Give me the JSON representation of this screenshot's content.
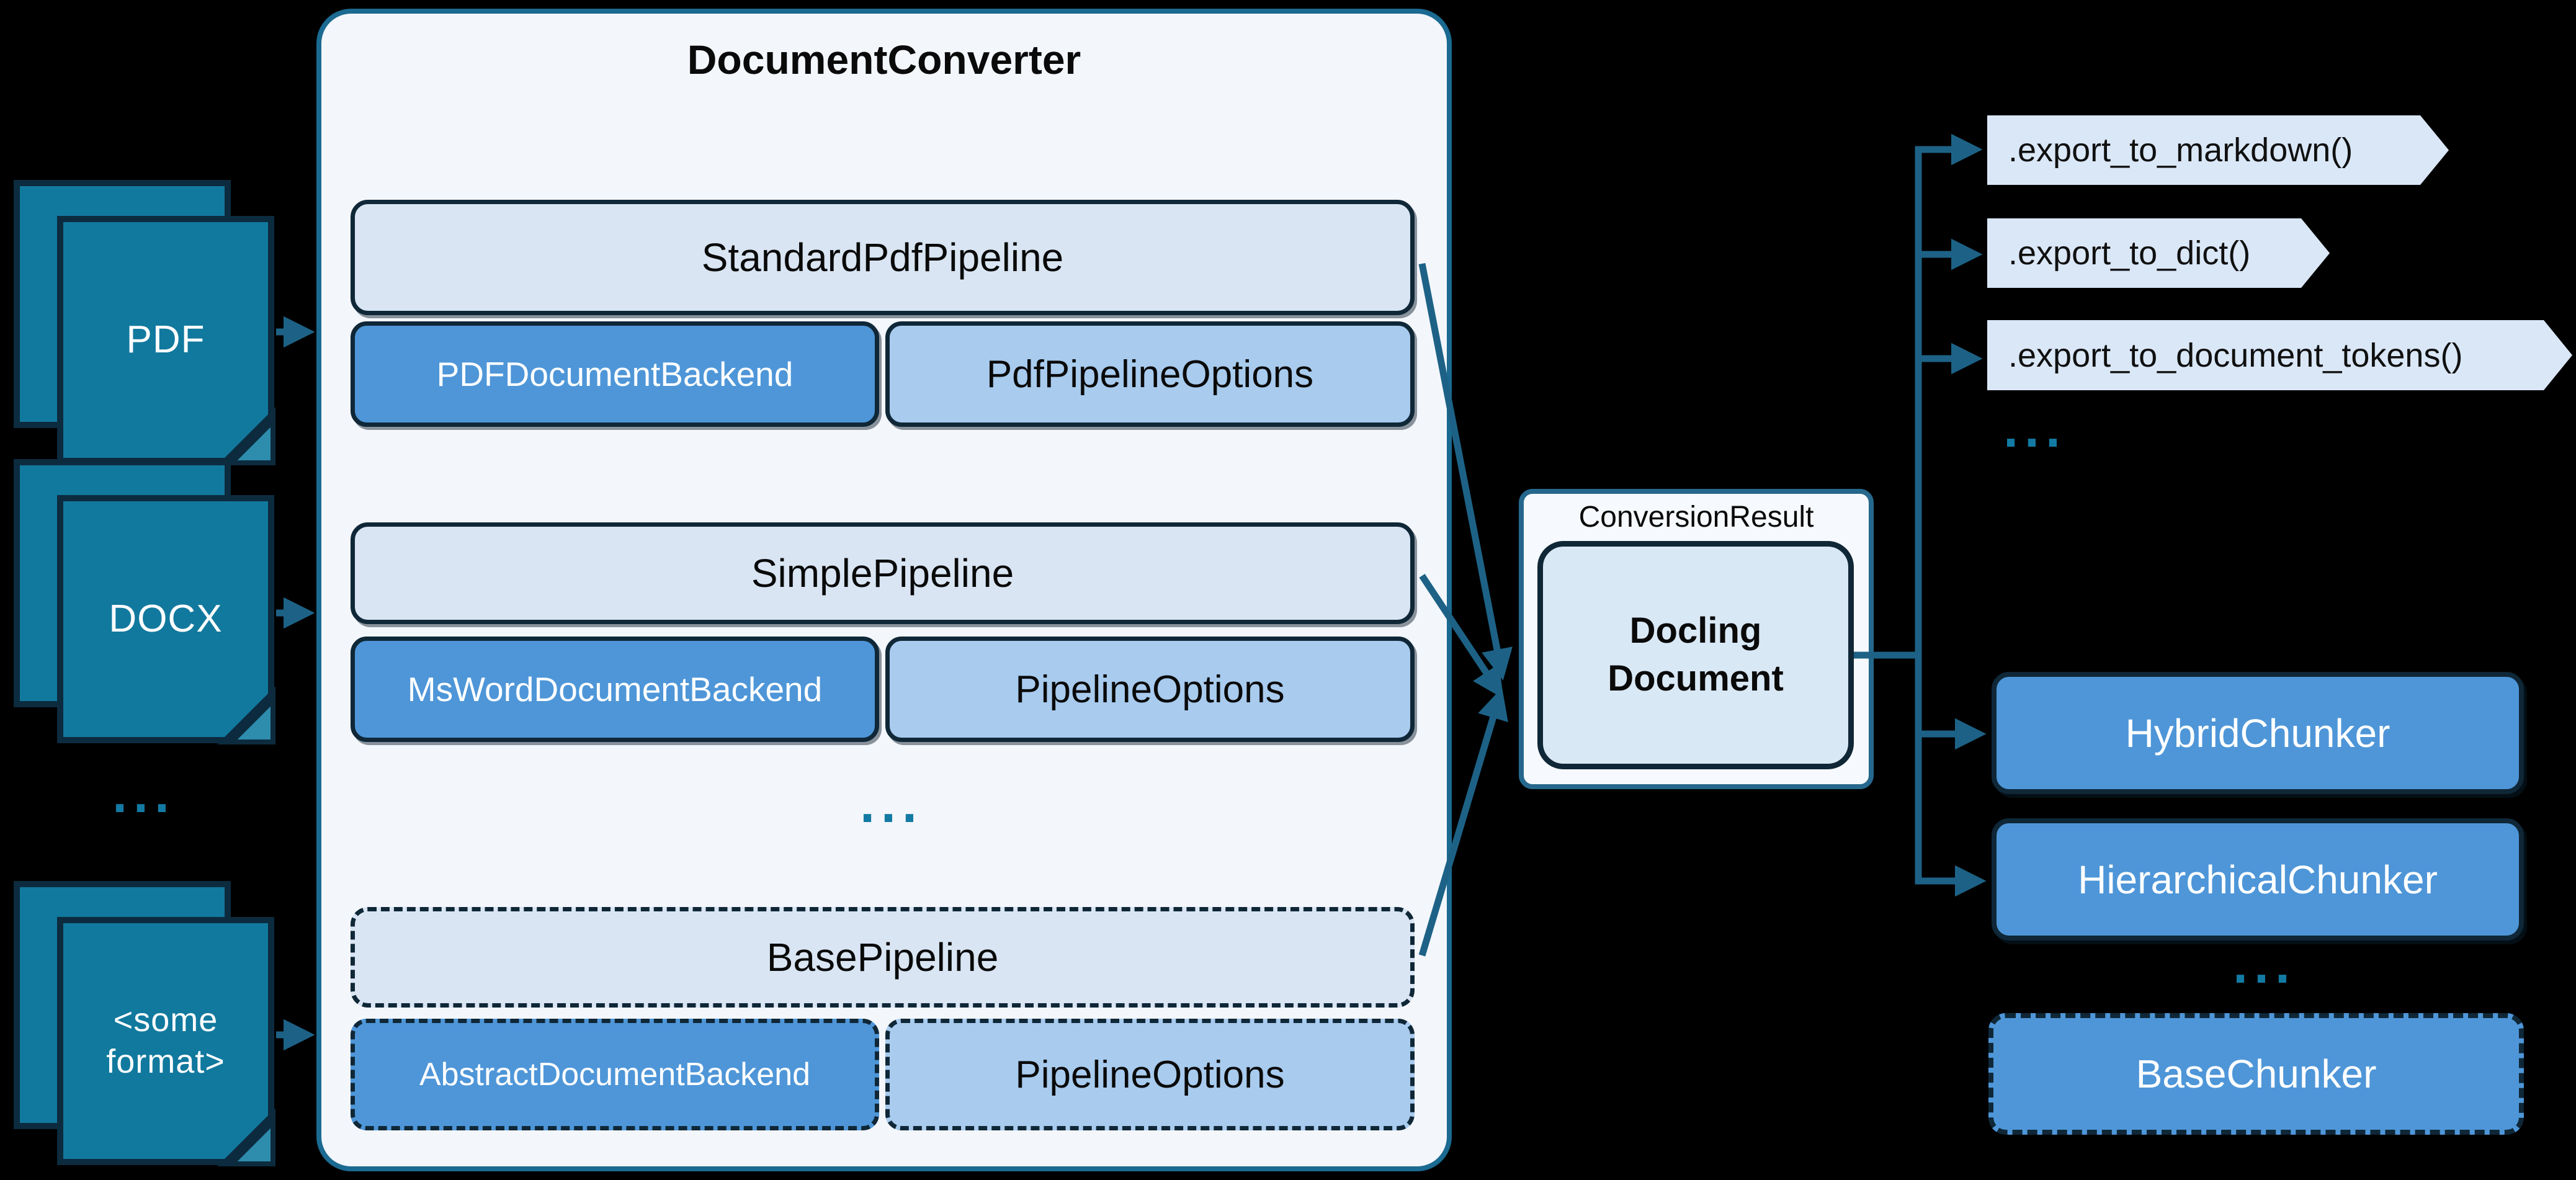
{
  "background": "#000000",
  "colors": {
    "accent_teal": "#137AA3",
    "line_teal": "#1D6286",
    "container_border": "#1B6A91",
    "container_fill": "#F3F6FB",
    "node_dark_border": "#0F2737",
    "light_box_fill": "#D9E5F3",
    "options_fill": "#A8CBEE",
    "backend_fill": "#4E96D8",
    "doc_icon_fill": "#11799E",
    "tag_fill": "#DAE7F7",
    "inner_doc_fill": "#D9E8F5"
  },
  "sources": {
    "items": [
      {
        "label": "PDF"
      },
      {
        "label": "DOCX"
      },
      {
        "label": "<some format>",
        "line1": "<some",
        "line2": "format>"
      }
    ],
    "ellipsis": "..."
  },
  "converter": {
    "title": "DocumentConverter",
    "pipelines": [
      {
        "name": "StandardPdfPipeline",
        "backend": "PDFDocumentBackend",
        "options": "PdfPipelineOptions"
      },
      {
        "name": "SimplePipeline",
        "backend": "MsWordDocumentBackend",
        "options": "PipelineOptions"
      },
      {
        "name": "BasePipeline",
        "backend": "AbstractDocumentBackend",
        "options": "PipelineOptions"
      }
    ],
    "ellipsis": "..."
  },
  "result": {
    "label": "ConversionResult",
    "document": {
      "line1": "Docling",
      "line2": "Document"
    }
  },
  "exports": {
    "methods": [
      {
        "label": ".export_to_markdown()"
      },
      {
        "label": ".export_to_dict()"
      },
      {
        "label": ".export_to_document_tokens()"
      }
    ],
    "ellipsis": "..."
  },
  "chunkers": {
    "items": [
      {
        "label": "HybridChunker"
      },
      {
        "label": "HierarchicalChunker"
      }
    ],
    "ellipsis": "...",
    "base": {
      "label": "BaseChunker"
    }
  }
}
